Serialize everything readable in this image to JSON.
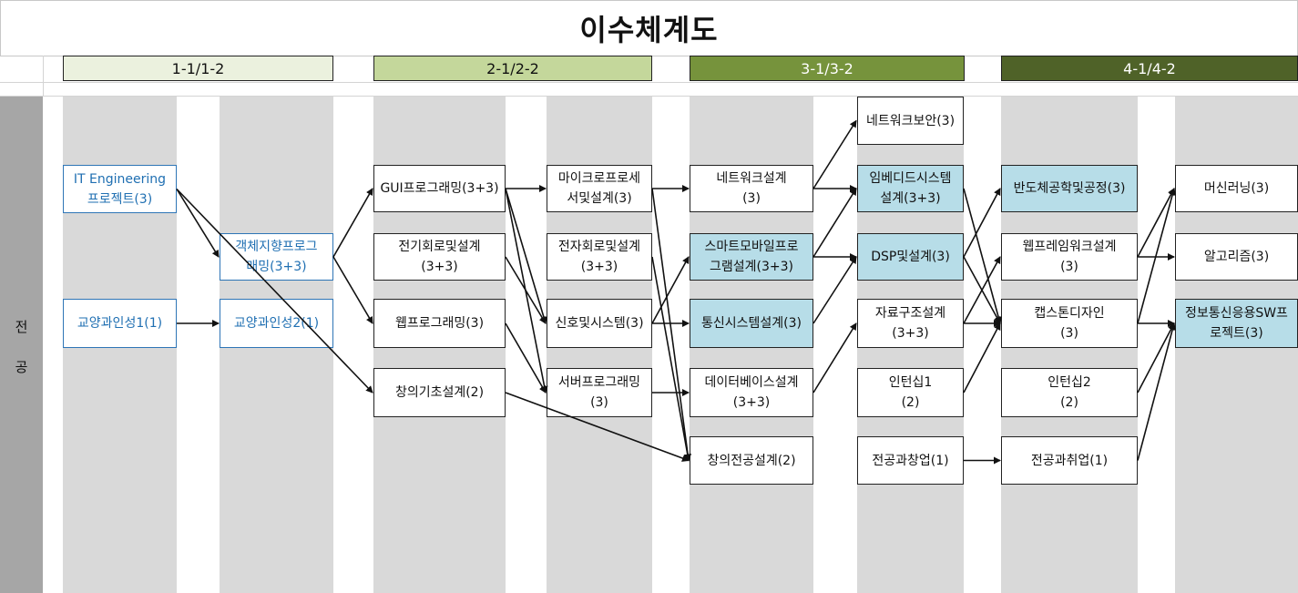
{
  "title": "이수체계도",
  "side_label": [
    "전",
    "공"
  ],
  "years": [
    {
      "label": "1-1/1-2",
      "bg": "#ebf1de",
      "color": "#111111"
    },
    {
      "label": "2-1/2-2",
      "bg": "#c4d79b",
      "color": "#111111"
    },
    {
      "label": "3-1/3-2",
      "bg": "#76933c",
      "color": "#ffffff"
    },
    {
      "label": "4-1/4-2",
      "bg": "#4f6228",
      "color": "#ffffff"
    }
  ],
  "colors": {
    "node_blue": "#b7dde8",
    "link_text": "#1f6fb2",
    "column_gray": "#d9d9d9",
    "side_gray": "#a6a6a6"
  },
  "nodes": {
    "itep": "IT Engineering\n프로젝트(3)",
    "ky1": "교양과인성1(1)",
    "oop": "객체지향프로그\n래밍(3+3)",
    "ky2": "교양과인성2(1)",
    "gui": "GUI프로그래밍(3+3)",
    "circ": "전기회로및설계\n(3+3)",
    "web": "웹프로그래밍(3)",
    "cre": "창의기초설계(2)",
    "micro": "마이크로프로세\n서및설계(3)",
    "elec": "전자회로및설계\n(3+3)",
    "sig": "신호및시스템(3)",
    "srv": "서버프로그래밍\n(3)",
    "netd": "네트워크설계\n(3)",
    "smart": "스마트모바일프로\n그램설계(3+3)",
    "comm": "통신시스템설계(3)",
    "db": "데이터베이스설계\n(3+3)",
    "cmaj": "창의전공설계(2)",
    "nsec": "네트워크보안(3)",
    "emb": "임베디드시스템\n설계(3+3)",
    "dsp": "DSP및설계(3)",
    "ds": "자료구조설계\n(3+3)",
    "int1": "인턴십1\n(2)",
    "start": "전공과창업(1)",
    "semi": "반도체공학및공정(3)",
    "webf": "웹프레임워크설계\n(3)",
    "cap": "캡스톤디자인\n(3)",
    "int2": "인턴십2\n(2)",
    "job": "전공과취업(1)",
    "ml": "머신러닝(3)",
    "algo": "알고리즘(3)",
    "swp": "정보통신응용SW프\n로젝트(3)"
  },
  "edges": [
    [
      "itep",
      "oop"
    ],
    [
      "itep",
      "cre"
    ],
    [
      "ky1",
      "ky2"
    ],
    [
      "oop",
      "gui"
    ],
    [
      "oop",
      "web"
    ],
    [
      "gui",
      "micro"
    ],
    [
      "gui",
      "sig"
    ],
    [
      "gui",
      "srv"
    ],
    [
      "circ",
      "sig"
    ],
    [
      "web",
      "srv"
    ],
    [
      "cre",
      "cmaj"
    ],
    [
      "micro",
      "netd"
    ],
    [
      "micro",
      "cmaj"
    ],
    [
      "elec",
      "cmaj"
    ],
    [
      "sig",
      "smart"
    ],
    [
      "sig",
      "comm"
    ],
    [
      "srv",
      "db"
    ],
    [
      "netd",
      "nsec"
    ],
    [
      "netd",
      "emb"
    ],
    [
      "smart",
      "emb"
    ],
    [
      "smart",
      "dsp"
    ],
    [
      "comm",
      "dsp"
    ],
    [
      "db",
      "ds"
    ],
    [
      "start",
      "job"
    ],
    [
      "emb",
      "cap"
    ],
    [
      "dsp",
      "cap"
    ],
    [
      "dsp",
      "semi"
    ],
    [
      "ds",
      "webf"
    ],
    [
      "ds",
      "cap"
    ],
    [
      "int1",
      "cap"
    ],
    [
      "webf",
      "ml"
    ],
    [
      "webf",
      "algo"
    ],
    [
      "cap",
      "ml"
    ],
    [
      "cap",
      "swp"
    ],
    [
      "int2",
      "swp"
    ],
    [
      "job",
      "swp"
    ]
  ]
}
